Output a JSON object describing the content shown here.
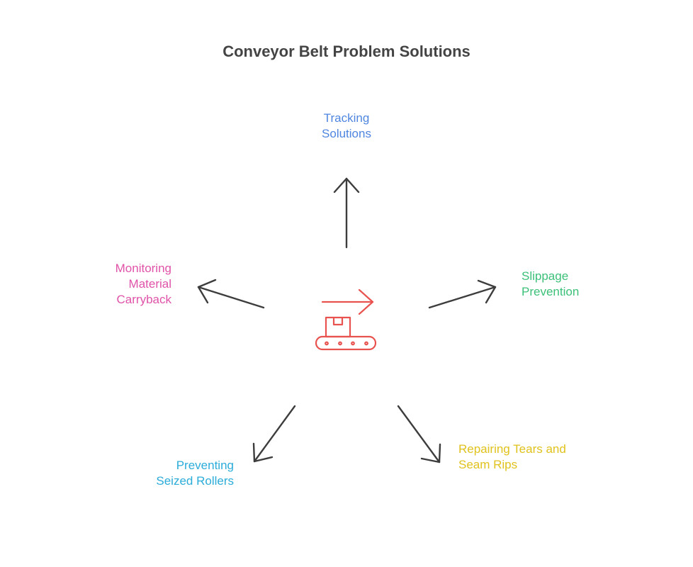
{
  "title": "Conveyor Belt Problem Solutions",
  "center_icon": {
    "name": "conveyor-belt-icon",
    "color": "#e8534f"
  },
  "arrow_color": "#3d3d3d",
  "branches": [
    {
      "id": "tracking",
      "lines": [
        "Tracking",
        "Solutions"
      ],
      "color": "#4f86e0"
    },
    {
      "id": "slippage",
      "lines": [
        "Slippage",
        "Prevention"
      ],
      "color": "#3cc079"
    },
    {
      "id": "repairing",
      "lines": [
        "Repairing Tears and",
        "Seam Rips"
      ],
      "color": "#e0c21c"
    },
    {
      "id": "seized",
      "lines": [
        "Preventing",
        "Seized Rollers"
      ],
      "color": "#2bacd9"
    },
    {
      "id": "carryback",
      "lines": [
        "Monitoring",
        "Material",
        "Carryback"
      ],
      "color": "#e053a8"
    }
  ]
}
